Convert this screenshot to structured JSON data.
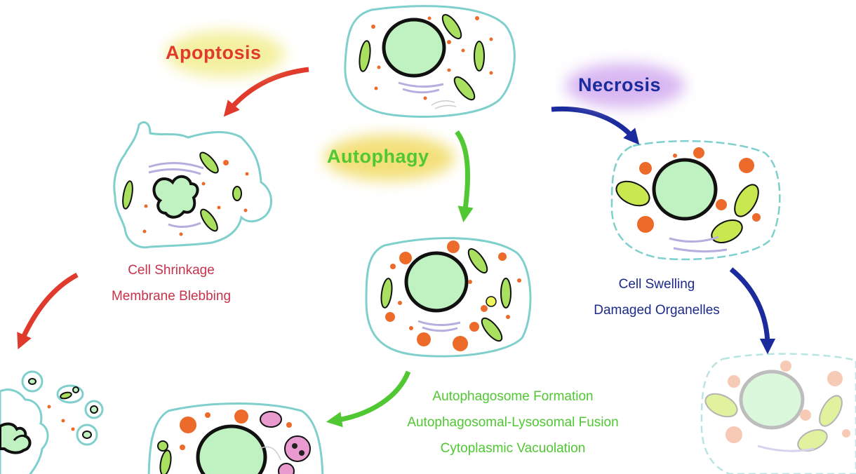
{
  "pathways": {
    "apoptosis": {
      "title": "Apoptosis",
      "color": "#e03a2c",
      "glow": "#f4f0a0",
      "lines": [
        "Cell Shrinkage",
        "Membrane Blebbing"
      ]
    },
    "autophagy": {
      "title": "Autophagy",
      "color": "#4fc832",
      "glow": "#f3e07a",
      "lines": [
        "Autophagosome Formation",
        "Autophagosomal-Lysosomal Fusion",
        "Cytoplasmic Vacuolation"
      ]
    },
    "necrosis": {
      "title": "Necrosis",
      "color": "#1b2a9c",
      "glow": "#d9b8f2",
      "lines": [
        "Cell Swelling",
        "Damaged Organelles"
      ]
    }
  },
  "colors": {
    "membrane": "#7fd0cc",
    "nucleus_fill": "#bff2c0",
    "nucleus_stroke": "#111111",
    "mitochondria": "#a9e060",
    "lysosome": "#ec6a2a",
    "golgi": "#b7aee0",
    "vacuole": "#e99bd0",
    "apoptosis_text": "#c8324a",
    "necrosis_text": "#1d2a8a"
  }
}
